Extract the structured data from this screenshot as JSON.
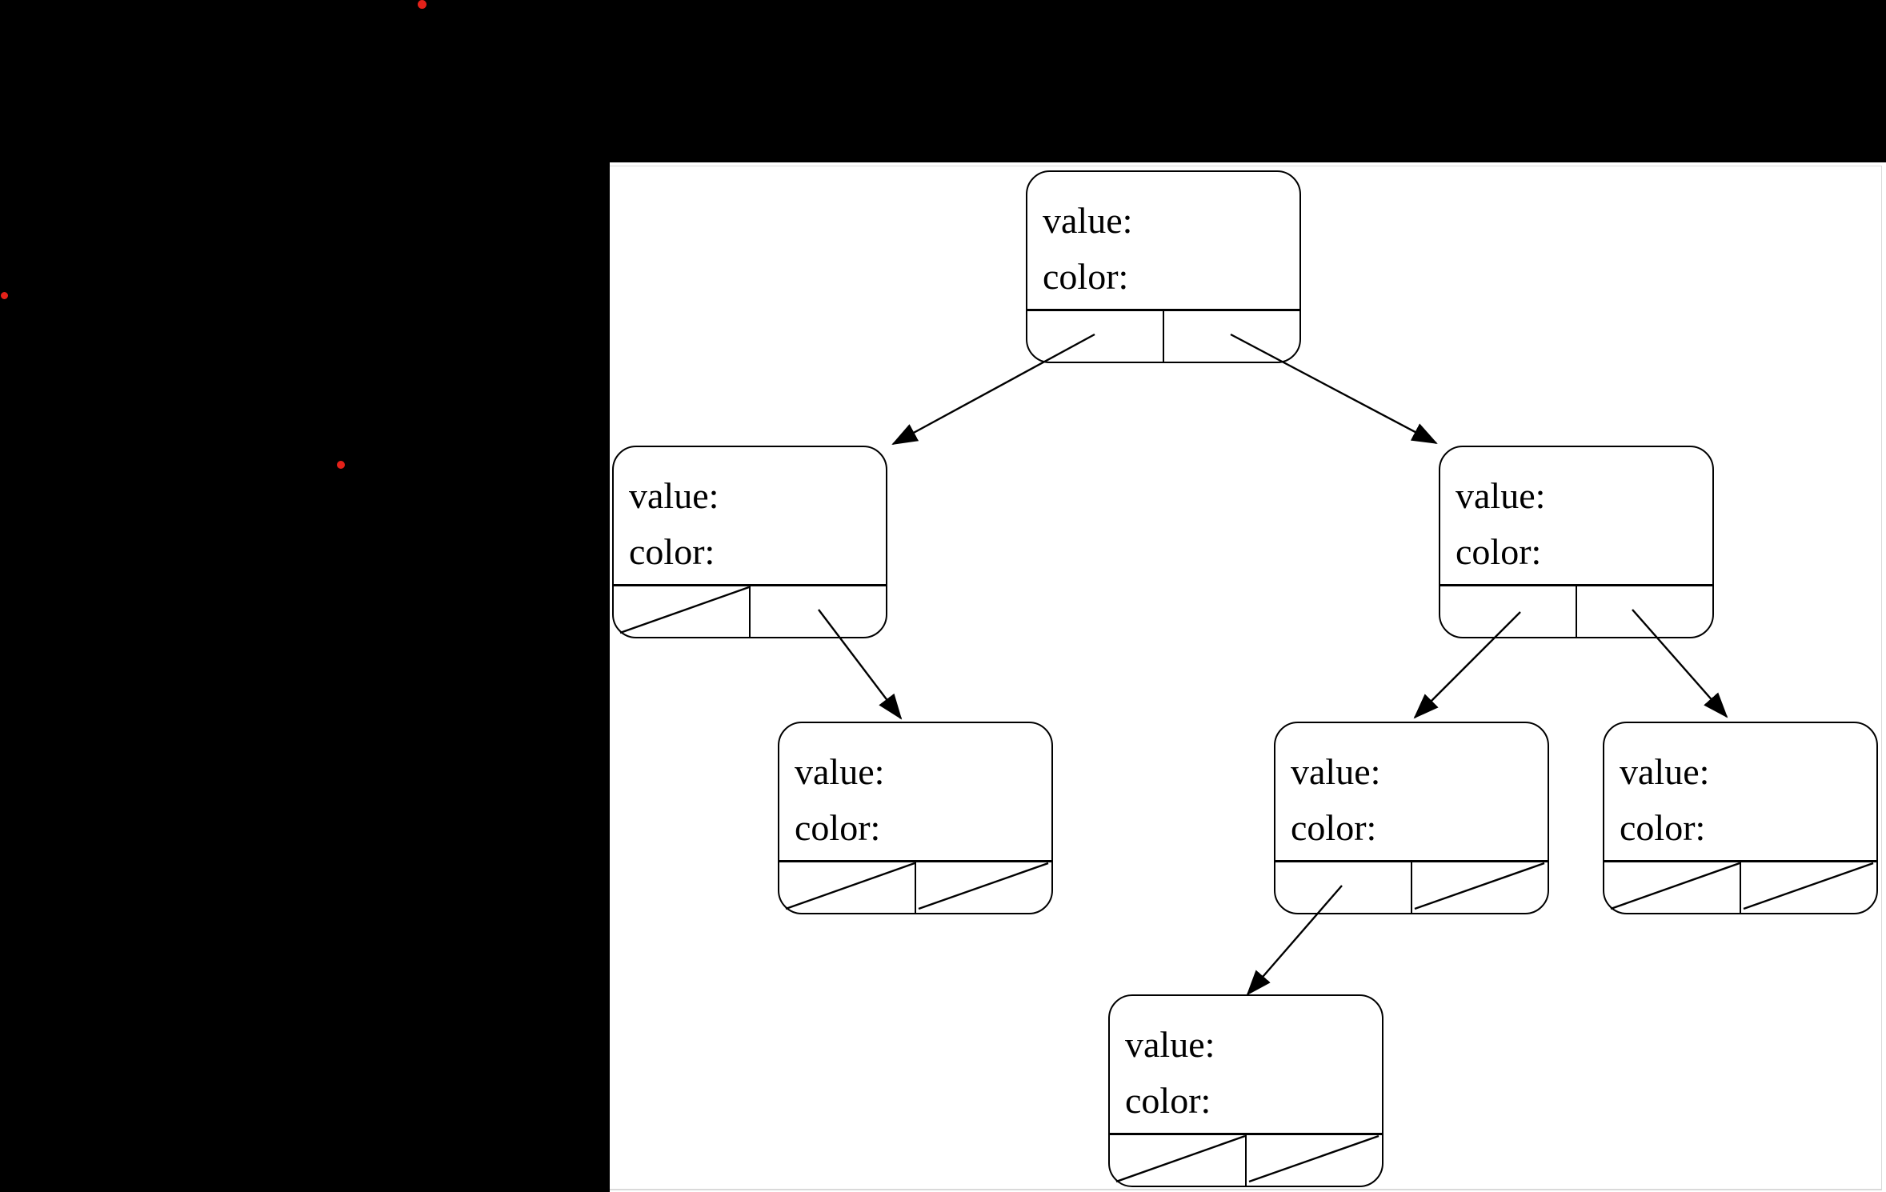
{
  "page": {
    "background_color": "#000000",
    "sheet_background_color": "#ffffff",
    "sheet_border_color": "#d9d9d9",
    "line_color": "#000000"
  },
  "labels": {
    "value": "value:",
    "color": "color:"
  },
  "diagram": {
    "type": "binary-tree-node-diagram",
    "node_field_values": {
      "value": "",
      "color": ""
    },
    "nodes": [
      {
        "id": "root",
        "value": "",
        "color": "",
        "left_pointer": "left-child",
        "right_pointer": "right-child"
      },
      {
        "id": "left-child",
        "value": "",
        "color": "",
        "left_pointer": "null",
        "right_pointer": "left-right-grandchild"
      },
      {
        "id": "right-child",
        "value": "",
        "color": "",
        "left_pointer": "right-left-grandchild",
        "right_pointer": "right-right-grandchild"
      },
      {
        "id": "left-right-grandchild",
        "value": "",
        "color": "",
        "left_pointer": "null",
        "right_pointer": "null"
      },
      {
        "id": "right-left-grandchild",
        "value": "",
        "color": "",
        "left_pointer": "bottom-node",
        "right_pointer": "null"
      },
      {
        "id": "right-right-grandchild",
        "value": "",
        "color": "",
        "left_pointer": "null",
        "right_pointer": "null"
      },
      {
        "id": "bottom-node",
        "value": "",
        "color": "",
        "left_pointer": "null",
        "right_pointer": "null"
      }
    ],
    "edges": [
      {
        "from": "root.left",
        "to": "left-child"
      },
      {
        "from": "root.right",
        "to": "right-child"
      },
      {
        "from": "left-child.right",
        "to": "left-right-grandchild"
      },
      {
        "from": "right-child.left",
        "to": "right-left-grandchild"
      },
      {
        "from": "right-child.right",
        "to": "right-right-grandchild"
      },
      {
        "from": "right-left-grandchild.left",
        "to": "bottom-node"
      }
    ]
  },
  "artifacts": {
    "red_dot_color": "#e32119",
    "red_dot_count": 3
  }
}
